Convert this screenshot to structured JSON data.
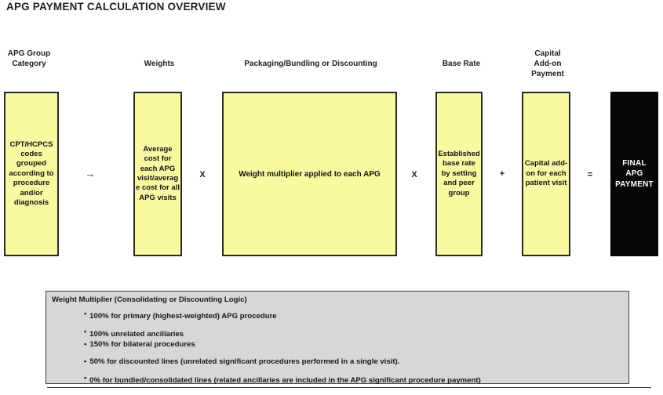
{
  "title": "APG PAYMENT CALCULATION OVERVIEW",
  "colors": {
    "box_fill": "#FAF8A0",
    "box_border": "#2B2B26",
    "final_box_fill": "#070707",
    "final_box_text": "#FFFFFF",
    "legend_fill": "#D7D7D7",
    "legend_border": "#3D3D3D",
    "page_background": "#FFFFFF",
    "text": "#1A1A1A"
  },
  "headers": [
    {
      "label": "APG Group\nCategory"
    },
    {
      "label": "Weights"
    },
    {
      "label": "Packaging/Bundling or Discounting"
    },
    {
      "label": "Base Rate"
    },
    {
      "label": "Capital\nAdd-on\nPayment"
    }
  ],
  "header_apg_group": "APG Group Category",
  "header_weights": "Weights",
  "header_packaging": "Packaging/Bundling or Discounting",
  "header_base_rate": "Base Rate",
  "header_capital": "Capital Add-on Payment",
  "boxes": {
    "apg_group": "CPT/HCPCS codes grouped according to procedure and/or diagnosis",
    "weights": "Average cost for each APG visit/average cost for all APG visits",
    "packaging": "Weight multiplier applied to  each APG",
    "base_rate": "Established base rate by setting and peer group",
    "capital": "Capital add-on for each patient visit",
    "final": "FINAL APG PAYMENT"
  },
  "operators": {
    "arrow": "→",
    "multiply_1": "X",
    "multiply_2": "X",
    "plus": "+",
    "equals": "="
  },
  "legend": {
    "title": "Weight Multiplier (Consolidating or Discounting Logic)",
    "items": [
      {
        "bullet": "raised",
        "text": "100% for primary (highest-weighted) APG procedure"
      },
      {
        "bullet": "raised",
        "text": "100% unrelated ancillaries"
      },
      {
        "bullet": "inline",
        "text": "150% for bilateral procedures"
      },
      {
        "bullet": "inline",
        "text": "50% for discounted lines (unrelated significant procedures performed in a single visit)."
      },
      {
        "bullet": "raised",
        "text": "0% for bundled/consolidated lines (related ancillaries are included in the APG significant procedure payment)"
      }
    ]
  }
}
